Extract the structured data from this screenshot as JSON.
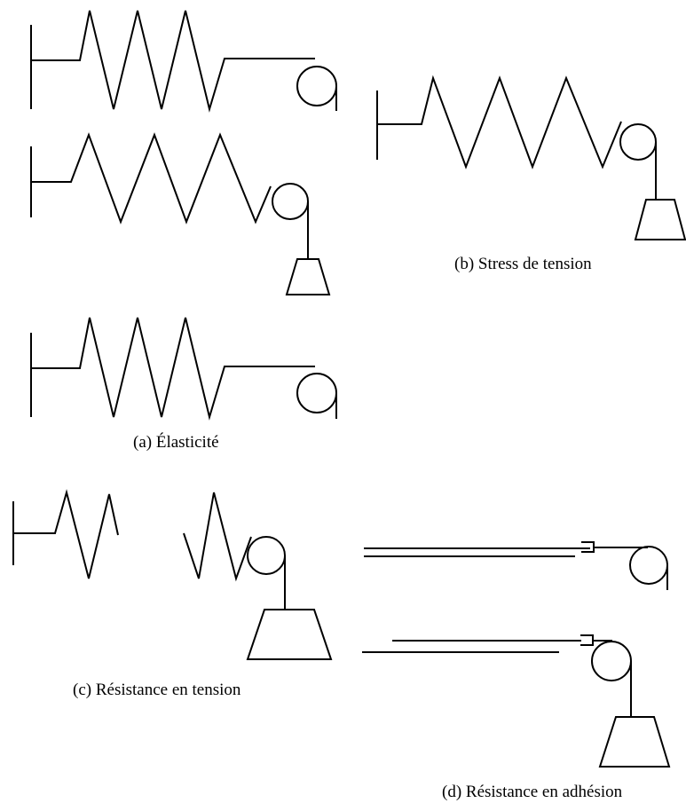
{
  "captions": {
    "a": "(a) Élasticité",
    "b": "(b) Stress de tension",
    "c": "(c) Résistance en tension",
    "d": "(d) Résistance en adhésion"
  }
}
